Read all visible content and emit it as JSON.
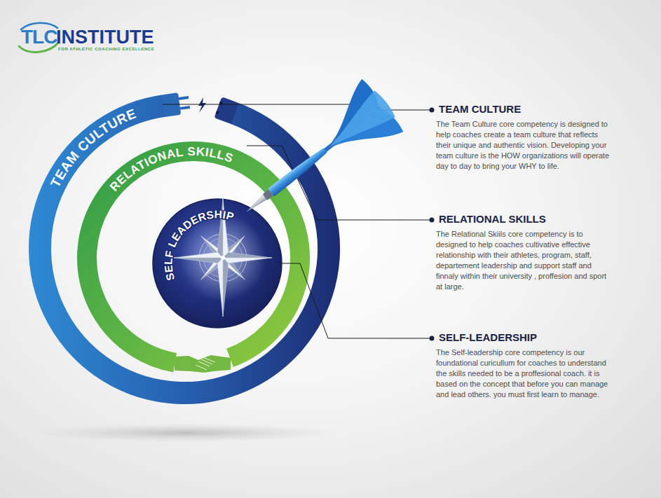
{
  "diagram": {
    "nodes": [
      {
        "text": [
          "TEAM CULTURE"
        ]
      },
      {
        "text": [
          "RELATIONAL SKILLS"
        ],
        "in": 0
      },
      {
        "text": [
          "SELF LEADERSHIP"
        ],
        "in": 1
      }
    ],
    "labels": [
      "TLC",
      "INSTITUTE",
      "FOR ATHLETIC COACHING EXCELLENCE",
      "TEAM CULTURE",
      "The Team Culture core competency is designed to help coaches create a team culture that reflects their unique and authentic vision. Developing your team culture is the HOW organizations will operate day to day to bring your WHY to life.",
      "RELATIONAL SKILLS",
      "The Relational Skiils core competency is to designed to help coaches cultivative effective relationship with their athletes, program, staff, departement leadership and support staff and finnaly within their university , proffesion and sport at large.",
      "SELF-LEADERSHIP",
      "The Self-leadership core competency is our foundational curicullum for coaches to understand the skills needed to be a proffesional coach. it is based on the concept that before you can manage and lead others. you must first learn to manage."
    ]
  }
}
